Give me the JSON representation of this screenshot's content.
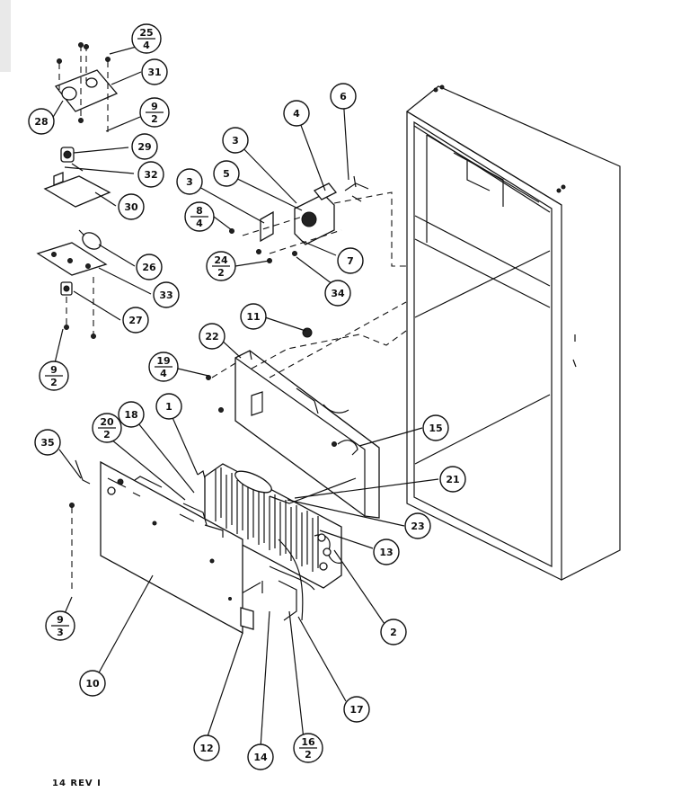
{
  "callouts": [
    {
      "id": "c25",
      "top": "25",
      "bottom": "4"
    },
    {
      "id": "c31",
      "label": "31"
    },
    {
      "id": "c28",
      "label": "28"
    },
    {
      "id": "c9a",
      "top": "9",
      "bottom": "2"
    },
    {
      "id": "c29",
      "label": "29"
    },
    {
      "id": "c32",
      "label": "32"
    },
    {
      "id": "c30",
      "label": "30"
    },
    {
      "id": "c26",
      "label": "26"
    },
    {
      "id": "c33",
      "label": "33"
    },
    {
      "id": "c27",
      "label": "27"
    },
    {
      "id": "c9b",
      "top": "9",
      "bottom": "2"
    },
    {
      "id": "c6",
      "label": "6"
    },
    {
      "id": "c4",
      "label": "4"
    },
    {
      "id": "c3a",
      "label": "3"
    },
    {
      "id": "c5",
      "label": "5"
    },
    {
      "id": "c3b",
      "label": "3"
    },
    {
      "id": "c8",
      "top": "8",
      "bottom": "4"
    },
    {
      "id": "c24",
      "top": "24",
      "bottom": "2"
    },
    {
      "id": "c7",
      "label": "7"
    },
    {
      "id": "c34",
      "label": "34"
    },
    {
      "id": "c11",
      "label": "11"
    },
    {
      "id": "c22",
      "label": "22"
    },
    {
      "id": "c19",
      "top": "19",
      "bottom": "4"
    },
    {
      "id": "c18",
      "label": "18"
    },
    {
      "id": "c1",
      "label": "1"
    },
    {
      "id": "c20",
      "top": "20",
      "bottom": "2"
    },
    {
      "id": "c35",
      "label": "35"
    },
    {
      "id": "c15",
      "label": "15"
    },
    {
      "id": "c21",
      "label": "21"
    },
    {
      "id": "c23",
      "label": "23"
    },
    {
      "id": "c13",
      "label": "13"
    },
    {
      "id": "c2",
      "label": "2"
    },
    {
      "id": "c9c",
      "top": "9",
      "bottom": "3"
    },
    {
      "id": "c10",
      "label": "10"
    },
    {
      "id": "c17",
      "label": "17"
    },
    {
      "id": "c12",
      "label": "12"
    },
    {
      "id": "c14",
      "label": "14"
    },
    {
      "id": "c16",
      "top": "16",
      "bottom": "2"
    }
  ],
  "footer": "14 REV I"
}
